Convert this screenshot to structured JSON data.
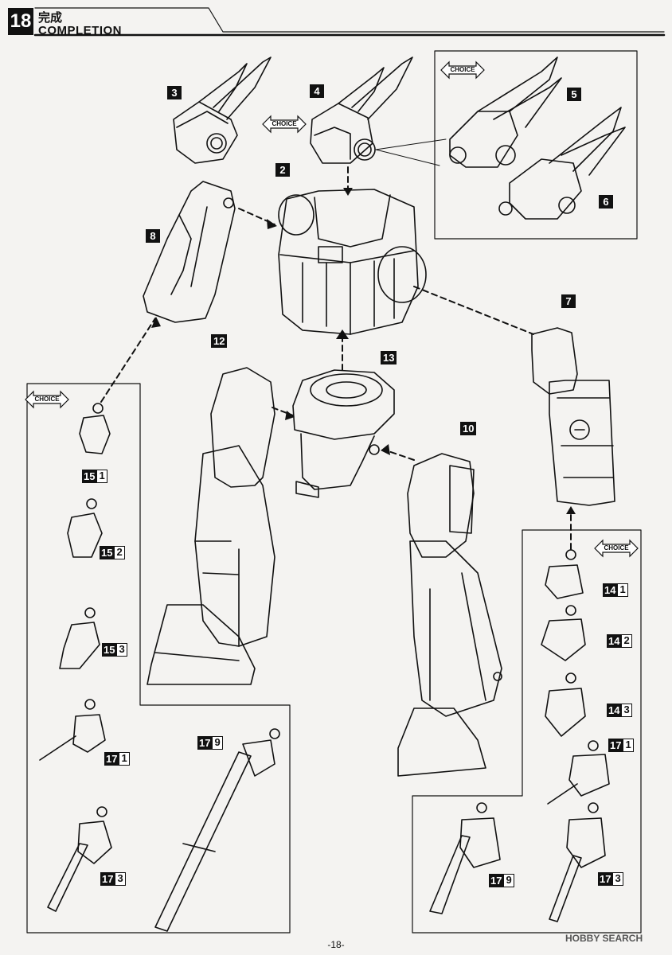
{
  "header": {
    "step": "18",
    "title_jp": "完成",
    "title_en": "COMPLETION"
  },
  "choice_label": "CHOICE",
  "parts": {
    "p2": "2",
    "p3": "3",
    "p4": "4",
    "p5": "5",
    "p6": "6",
    "p7": "7",
    "p8": "8",
    "p10": "10",
    "p12": "12",
    "p13": "13"
  },
  "left_hands": [
    {
      "main": "15",
      "sub": "1"
    },
    {
      "main": "15",
      "sub": "2"
    },
    {
      "main": "15",
      "sub": "3"
    },
    {
      "main": "17",
      "sub": "1"
    },
    {
      "main": "17",
      "sub": "3"
    },
    {
      "main": "17",
      "sub": "9"
    }
  ],
  "right_hands": [
    {
      "main": "14",
      "sub": "1"
    },
    {
      "main": "14",
      "sub": "2"
    },
    {
      "main": "14",
      "sub": "3"
    },
    {
      "main": "17",
      "sub": "1"
    },
    {
      "main": "17",
      "sub": "9"
    },
    {
      "main": "17",
      "sub": "3"
    }
  ],
  "footer": {
    "page": "-18-",
    "watermark": "HOBBY SEARCH"
  }
}
